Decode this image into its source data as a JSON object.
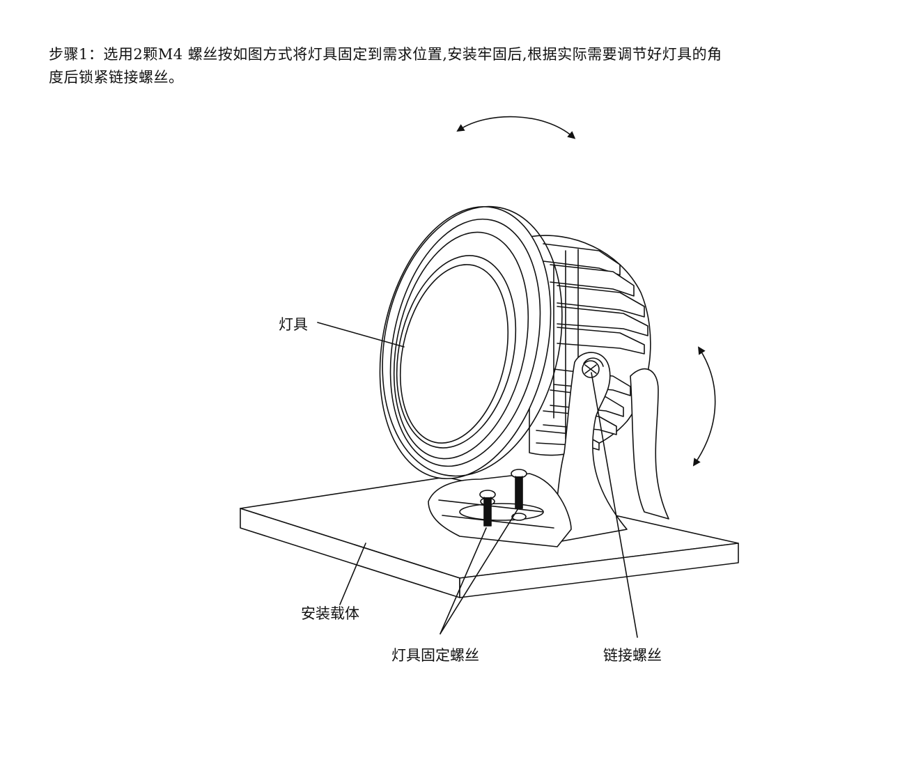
{
  "instruction": {
    "line1": "步骤1：选用2颗M4 螺丝按如图方式将灯具固定到需求位置,安装牢固后,根据实际需要调节好灯具的角",
    "line2": "度后锁紧链接螺丝。"
  },
  "labels": {
    "fixture": "灯具",
    "mount_surface": "安装载体",
    "fixing_screws": "灯具固定螺丝",
    "link_screw": "链接螺丝"
  },
  "colors": {
    "line": "#111111",
    "fill": "#ffffff"
  }
}
